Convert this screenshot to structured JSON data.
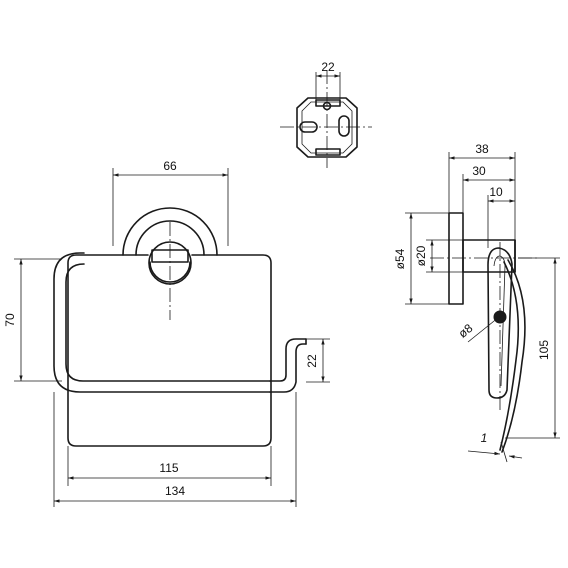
{
  "dimensions": {
    "mount_width": "22",
    "cover_width": "66",
    "height_70": "70",
    "slot_22": "22",
    "width_115": "115",
    "width_134": "134",
    "depth_38": "38",
    "depth_30": "30",
    "depth_10": "10",
    "dia_54": "ø54",
    "dia_20": "ø20",
    "dia_8": "ø8",
    "height_105": "105",
    "angle_1": "1"
  },
  "colors": {
    "line": "#1a1a1a",
    "background": "#ffffff"
  }
}
